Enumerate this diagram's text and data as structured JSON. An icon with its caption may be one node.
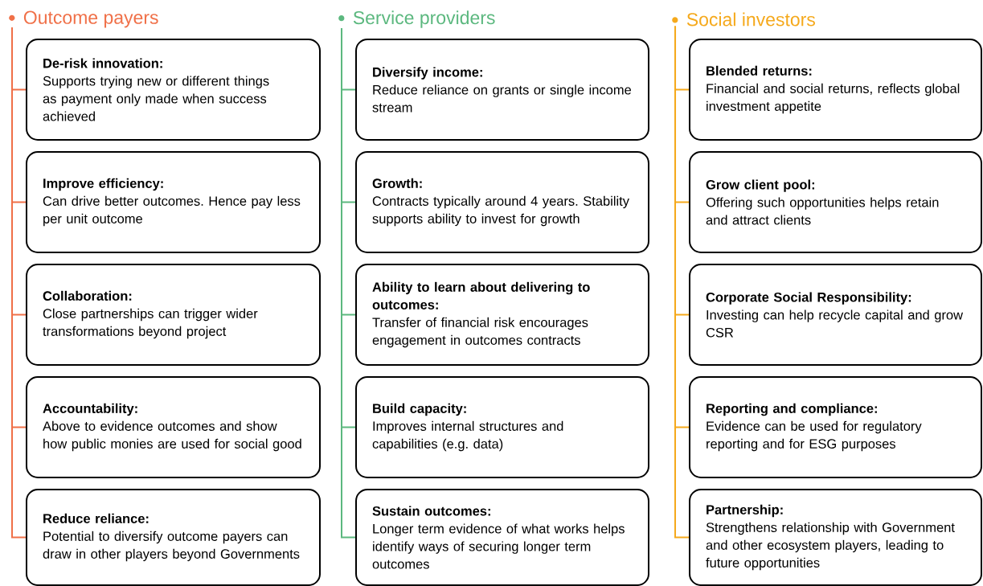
{
  "diagram": {
    "nodes": [
      {
        "text": [
          "Outcome payers"
        ]
      },
      {
        "text": [
          "De-risk innovation:",
          "Supports trying new or different things as payment only made when success achieved"
        ]
      },
      {
        "text": [
          "Improve efficiency:",
          "Can drive better outcomes. Hence pay less per unit outcome"
        ]
      },
      {
        "text": [
          "Collaboration:",
          "Close partnerships can trigger wider transformations beyond project"
        ]
      },
      {
        "text": [
          "Accountability:",
          "Above to evidence outcomes and show how public monies are used for social good"
        ]
      },
      {
        "text": [
          "Reduce reliance:",
          "Potential to diversify outcome payers can draw in other players beyond Governments"
        ]
      },
      {
        "text": [
          "Service providers"
        ]
      },
      {
        "text": [
          "Diversify income:",
          "Reduce reliance on grants or single income stream"
        ]
      },
      {
        "text": [
          "Growth:",
          "Contracts typically around 4 years. Stability supports ability to invest for growth"
        ]
      },
      {
        "text": [
          "Ability to learn about delivering to outcomes:",
          "Transfer of financial risk encourages engagement in outcomes contracts"
        ]
      },
      {
        "text": [
          "Build capacity:",
          "Improves internal structures and capabilities (e.g. data)"
        ]
      },
      {
        "text": [
          "Sustain outcomes:",
          "Longer term evidence of what works helps identify ways of securing longer term outcomes"
        ]
      },
      {
        "text": [
          "Social investors"
        ]
      },
      {
        "text": [
          "Blended returns:",
          "Financial and social returns, reflects global investment appetite"
        ]
      },
      {
        "text": [
          "Grow client pool:",
          "Offering such opportunities helps retain and attract clients"
        ]
      },
      {
        "text": [
          "Corporate Social Responsibility:",
          "Investing can help recycle capital and grow CSR"
        ]
      },
      {
        "text": [
          "Reporting and compliance:",
          "Evidence can be used for regulatory reporting and for ESG purposes"
        ]
      },
      {
        "text": [
          "Partnership:",
          "Strengthens relationship with Government and other ecosystem players, leading to future opportunities"
        ]
      }
    ],
    "edges": [
      {
        "from": 0,
        "to": 1,
        "arrow": "none",
        "color": "#f07048"
      },
      {
        "from": 0,
        "to": 2,
        "arrow": "none",
        "color": "#f07048"
      },
      {
        "from": 0,
        "to": 3,
        "arrow": "none",
        "color": "#f07048"
      },
      {
        "from": 0,
        "to": 4,
        "arrow": "none",
        "color": "#f07048"
      },
      {
        "from": 0,
        "to": 5,
        "arrow": "none",
        "color": "#f07048"
      },
      {
        "from": 6,
        "to": 7,
        "arrow": "none",
        "color": "#5cb87f"
      },
      {
        "from": 6,
        "to": 8,
        "arrow": "none",
        "color": "#5cb87f"
      },
      {
        "from": 6,
        "to": 9,
        "arrow": "none",
        "color": "#5cb87f"
      },
      {
        "from": 6,
        "to": 10,
        "arrow": "none",
        "color": "#5cb87f"
      },
      {
        "from": 6,
        "to": 11,
        "arrow": "none",
        "color": "#5cb87f"
      },
      {
        "from": 12,
        "to": 13,
        "arrow": "none",
        "color": "#f5a91c"
      },
      {
        "from": 12,
        "to": 14,
        "arrow": "none",
        "color": "#f5a91c"
      },
      {
        "from": 12,
        "to": 15,
        "arrow": "none",
        "color": "#f5a91c"
      },
      {
        "from": 12,
        "to": 16,
        "arrow": "none",
        "color": "#f5a91c"
      },
      {
        "from": 12,
        "to": 17,
        "arrow": "none",
        "color": "#f5a91c"
      }
    ]
  }
}
